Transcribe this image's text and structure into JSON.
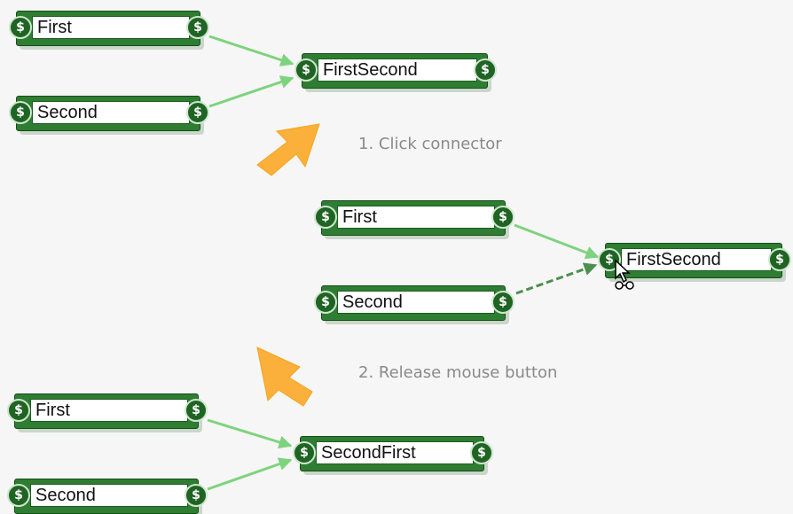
{
  "colors": {
    "node": "#2e7d32",
    "wire": "#7ed37e",
    "wire_drag": "#4d8f4d",
    "arrow": "#fbb03b",
    "caption": "#8a8a8a"
  },
  "icons": {
    "port": "dollar-port-icon",
    "step_arrow": "down-left-arrow-icon",
    "cursor": "connect-cursor-icon"
  },
  "port_glyph": "$",
  "steps": [
    {
      "text": "1. Click connector"
    },
    {
      "text": "2. Release mouse button"
    }
  ],
  "groups": [
    {
      "inputs": [
        {
          "label": "First"
        },
        {
          "label": "Second"
        }
      ],
      "output": {
        "label": "FirstSecond"
      }
    },
    {
      "inputs": [
        {
          "label": "First"
        },
        {
          "label": "Second"
        }
      ],
      "output": {
        "label": "FirstSecond"
      }
    },
    {
      "inputs": [
        {
          "label": "First"
        },
        {
          "label": "Second"
        }
      ],
      "output": {
        "label": "SecondFirst"
      }
    }
  ]
}
